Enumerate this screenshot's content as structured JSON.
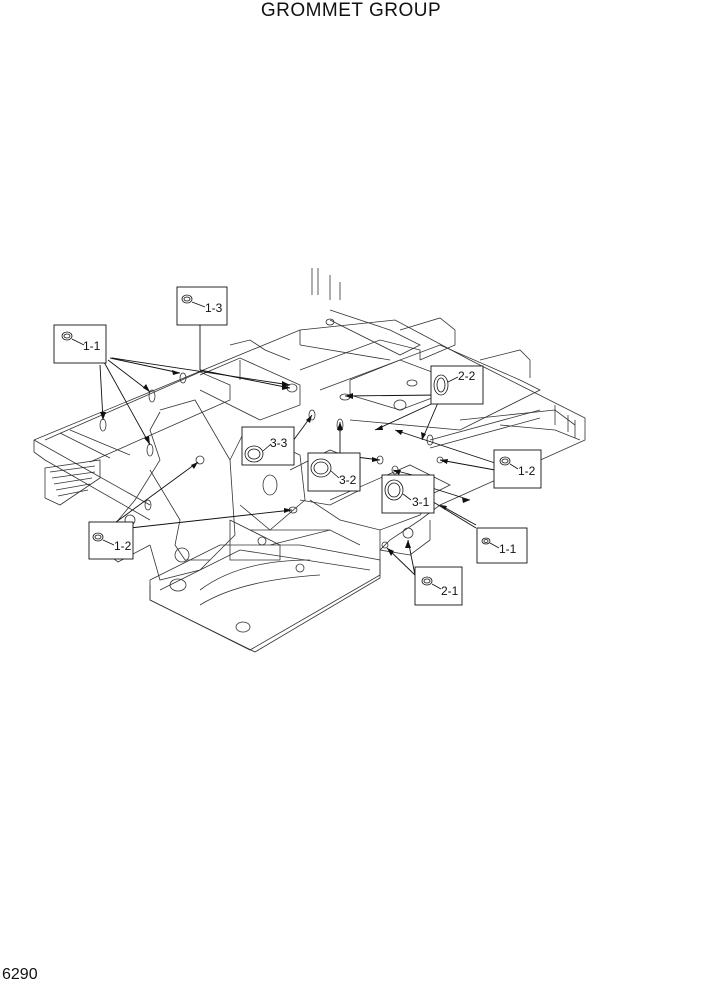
{
  "title": "GROMMET GROUP",
  "page_number": "6290",
  "callouts": [
    {
      "label": "1-3"
    },
    {
      "label": "1-1"
    },
    {
      "label": "2-2"
    },
    {
      "label": "3-3"
    },
    {
      "label": "3-2"
    },
    {
      "label": "3-1"
    },
    {
      "label": "1-2"
    },
    {
      "label": "1-2"
    },
    {
      "label": "1-1"
    },
    {
      "label": "2-1"
    }
  ]
}
